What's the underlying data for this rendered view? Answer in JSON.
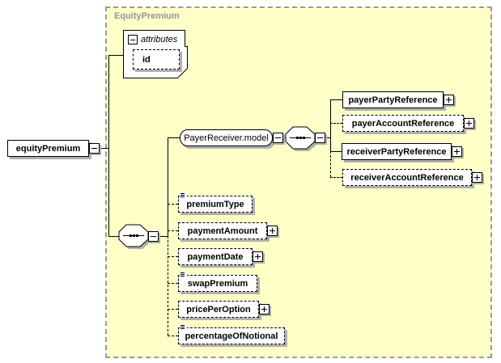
{
  "container": {
    "label": "EquityPremium"
  },
  "root_element": {
    "label": "equityPremium"
  },
  "attributes_group": {
    "label": "attributes",
    "attributes": [
      {
        "name": "id",
        "optional": true
      }
    ]
  },
  "model_group": {
    "label": "PayerReceiver.model",
    "compositor": "sequence",
    "children": [
      {
        "label": "payerPartyReference",
        "required": true,
        "expandable": true
      },
      {
        "label": "payerAccountReference",
        "required": false,
        "expandable": true
      },
      {
        "label": "receiverPartyReference",
        "required": true,
        "expandable": true
      },
      {
        "label": "receiverAccountReference",
        "required": false,
        "expandable": true
      }
    ]
  },
  "sequence": {
    "compositor": "sequence",
    "children": [
      {
        "label": "premiumType",
        "required": false,
        "simple_content": true
      },
      {
        "label": "paymentAmount",
        "required": false,
        "expandable": true
      },
      {
        "label": "paymentDate",
        "required": false,
        "expandable": true
      },
      {
        "label": "swapPremium",
        "required": false,
        "simple_content": true
      },
      {
        "label": "pricePerOption",
        "required": false,
        "expandable": true
      },
      {
        "label": "percentageOfNotional",
        "required": false,
        "simple_content": true
      }
    ]
  },
  "colors": {
    "container_fill": "#FFFFC8",
    "container_border": "#9A9A9A",
    "container_label": "#949494",
    "box_fill": "#FFFFFF",
    "box_border": "#000000",
    "shadow": "#B0B0B0",
    "connector": "#000000"
  }
}
